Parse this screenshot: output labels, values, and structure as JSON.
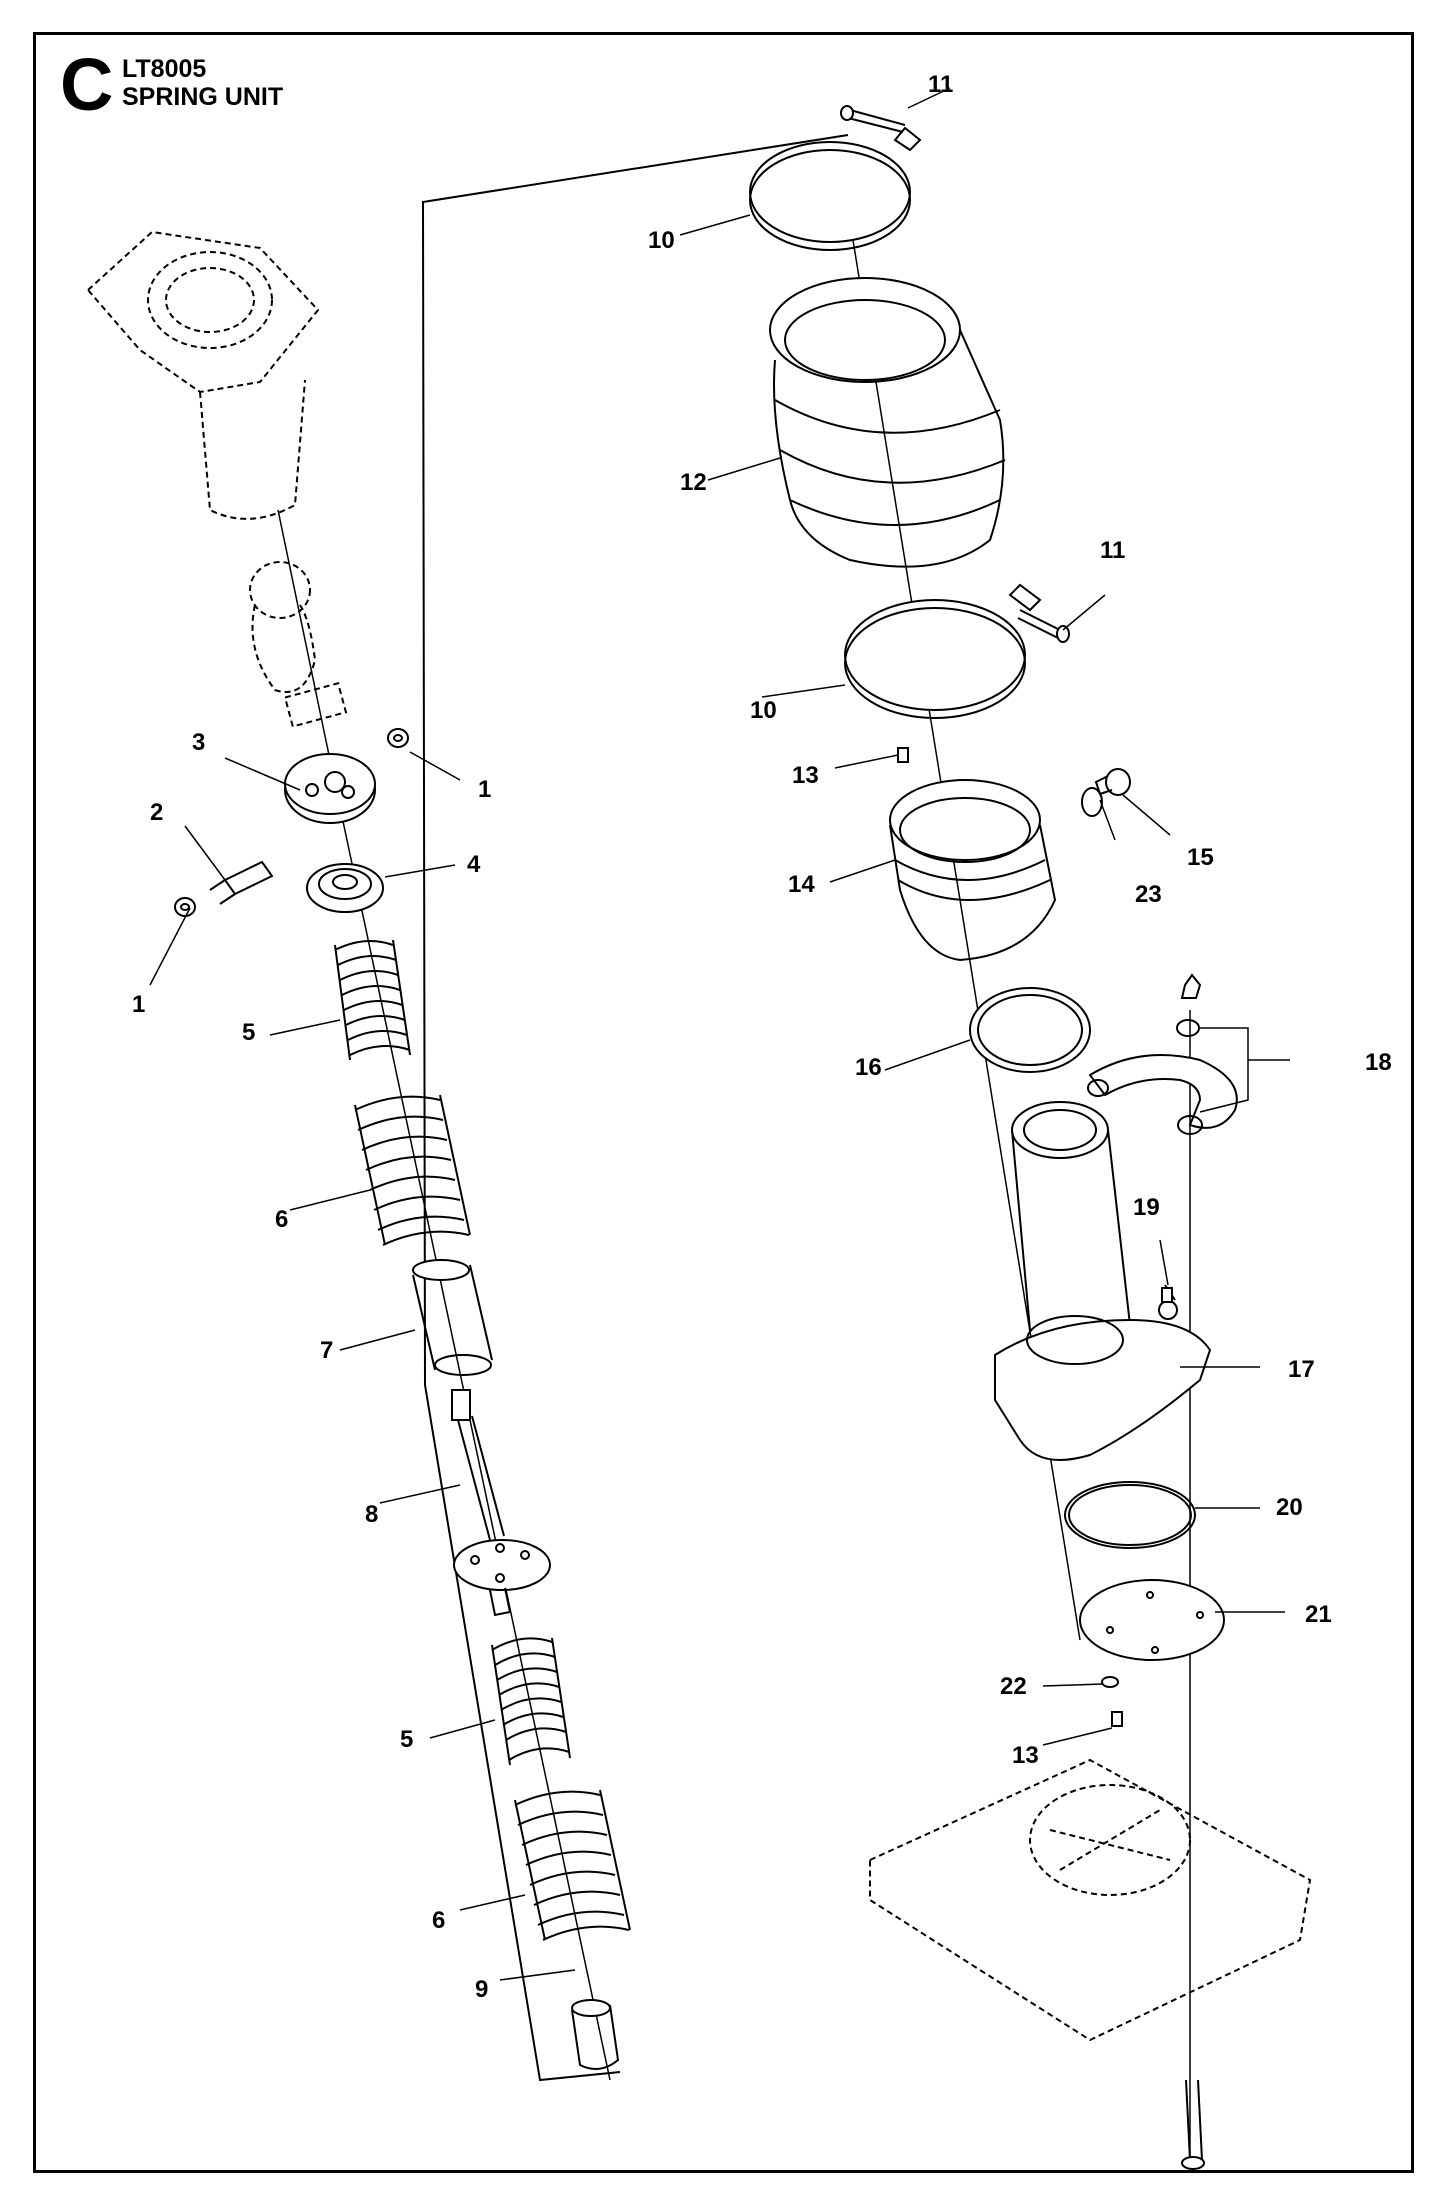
{
  "header": {
    "section_letter": "C",
    "model": "LT8005",
    "title": "SPRING UNIT"
  },
  "callouts": [
    {
      "id": "c1a",
      "label": "1"
    },
    {
      "id": "c1b",
      "label": "1"
    },
    {
      "id": "c2",
      "label": "2"
    },
    {
      "id": "c3",
      "label": "3"
    },
    {
      "id": "c4",
      "label": "4"
    },
    {
      "id": "c5a",
      "label": "5"
    },
    {
      "id": "c5b",
      "label": "5"
    },
    {
      "id": "c6a",
      "label": "6"
    },
    {
      "id": "c6b",
      "label": "6"
    },
    {
      "id": "c7",
      "label": "7"
    },
    {
      "id": "c8",
      "label": "8"
    },
    {
      "id": "c9",
      "label": "9"
    },
    {
      "id": "c10a",
      "label": "10"
    },
    {
      "id": "c10b",
      "label": "10"
    },
    {
      "id": "c11a",
      "label": "11"
    },
    {
      "id": "c11b",
      "label": "11"
    },
    {
      "id": "c12",
      "label": "12"
    },
    {
      "id": "c13a",
      "label": "13"
    },
    {
      "id": "c13b",
      "label": "13"
    },
    {
      "id": "c14",
      "label": "14"
    },
    {
      "id": "c15",
      "label": "15"
    },
    {
      "id": "c16",
      "label": "16"
    },
    {
      "id": "c17",
      "label": "17"
    },
    {
      "id": "c18",
      "label": "18"
    },
    {
      "id": "c19",
      "label": "19"
    },
    {
      "id": "c20",
      "label": "20"
    },
    {
      "id": "c21",
      "label": "21"
    },
    {
      "id": "c22",
      "label": "22"
    },
    {
      "id": "c23",
      "label": "23"
    }
  ]
}
